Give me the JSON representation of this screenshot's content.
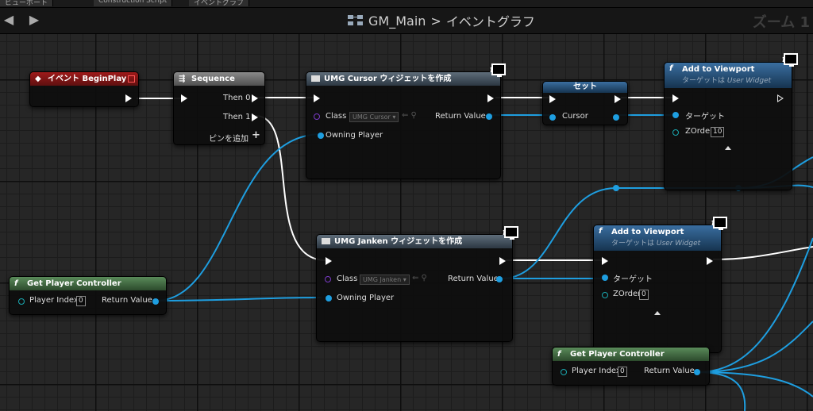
{
  "tabs": [
    {
      "label": "ビューポート"
    },
    {
      "label": "Construction Script"
    },
    {
      "label": "イベントグラフ"
    }
  ],
  "breadcrumb": {
    "path": "GM_Main",
    "separator": ">",
    "current": "イベントグラフ"
  },
  "zoom_label": "ズーム 1",
  "nodes": {
    "begin_play": {
      "title": "イベント BeginPlay"
    },
    "sequence": {
      "title": "Sequence",
      "then0": "Then 0",
      "then1": "Then 1",
      "add_pin": "ピンを追加"
    },
    "create_cursor": {
      "title": "UMG Cursor ウィジェットを作成",
      "class_label": "Class",
      "class_value": "UMG Cursor",
      "return_label": "Return Value",
      "owner_label": "Owning Player"
    },
    "set_node": {
      "title": "セット",
      "var_label": "Cursor"
    },
    "add_vp1": {
      "title": "Add to Viewport",
      "subtitle_pre": "ターゲットは",
      "subtitle_em": "User Widget",
      "target_label": "ターゲット",
      "zorder_label": "ZOrder",
      "zorder_value": "10"
    },
    "create_janken": {
      "title": "UMG Janken ウィジェットを作成",
      "class_label": "Class",
      "class_value": "UMG Janken",
      "return_label": "Return Value",
      "owner_label": "Owning Player"
    },
    "add_vp2": {
      "title": "Add to Viewport",
      "subtitle_pre": "ターゲットは",
      "subtitle_em": "User Widget",
      "target_label": "ターゲット",
      "zorder_label": "ZOrder",
      "zorder_value": "0"
    },
    "gpc1": {
      "title": "Get Player Controller",
      "index_label": "Player Index",
      "index_value": "0",
      "return_label": "Return Value"
    },
    "gpc2": {
      "title": "Get Player Controller",
      "index_label": "Player Index",
      "index_value": "0",
      "return_label": "Return Value"
    }
  },
  "colors": {
    "exec_wire": "#ffffff",
    "object_wire": "#1e9ee0",
    "event_header": "#a01a1a",
    "function_header": "#3a6ea0",
    "pure_header": "#5a8b5a"
  }
}
